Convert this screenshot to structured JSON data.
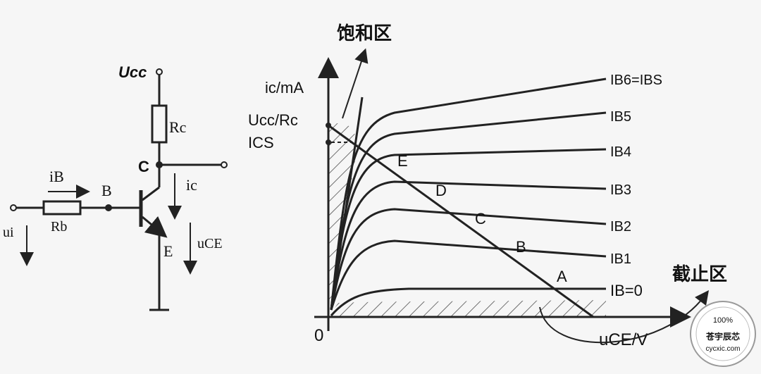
{
  "circuit": {
    "ucc": "Ucc",
    "rc": "Rc",
    "node_c": "C",
    "node_b": "B",
    "node_e": "E",
    "ib": "iB",
    "rb": "Rb",
    "ic": "ic",
    "uce": "uCE",
    "ui": "ui"
  },
  "graph": {
    "y_axis": "ic/mA",
    "y_mark_top": "Ucc/Rc",
    "y_mark_ics": "ICS",
    "origin": "0",
    "x_axis": "uCE/V",
    "region_saturation": "饱和区",
    "region_cutoff": "截止区",
    "curve_labels": [
      "IB6=IBS",
      "IB5",
      "IB4",
      "IB3",
      "IB2",
      "IB1",
      "IB=0"
    ],
    "points": [
      "E",
      "D",
      "C",
      "B",
      "A"
    ]
  },
  "watermark": {
    "percent": "100%",
    "name": "苍宇辰芯",
    "site": "cycxic.com"
  }
}
